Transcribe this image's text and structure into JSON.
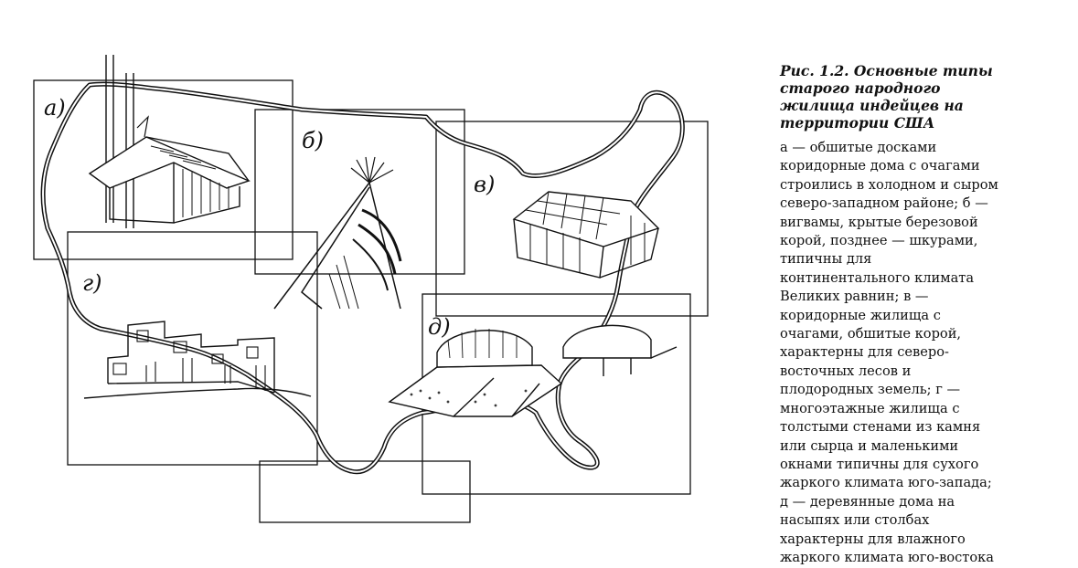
{
  "figure": {
    "panel_labels": {
      "a": "а)",
      "b": "б)",
      "v": "в)",
      "g": "г)",
      "d": "д)"
    }
  },
  "caption": {
    "title": "Рис. 1.2. Основные типы старого народного жилища индейцев на территории США",
    "body": "а — обшитые досками коридорные дома с очагами строились в холодном и сыром северо-западном районе; б — вигвамы, крытые березовой корой, позднее — шкурами, типичны для континентального климата Великих равнин; в — коридорные жилища с очагами, обшитые корой, характерны для северо-восточных лесов и плодородных земель; г — многоэтажные жилища с толстыми стенами из камня или сырца и маленькими окнами типичны для сухого жаркого климата юго-запада; д — деревянные дома на насыпях или столбах характерны для влажного жаркого климата юго-востока"
  },
  "colors": {
    "ink": "#111111",
    "paper": "#ffffff"
  }
}
